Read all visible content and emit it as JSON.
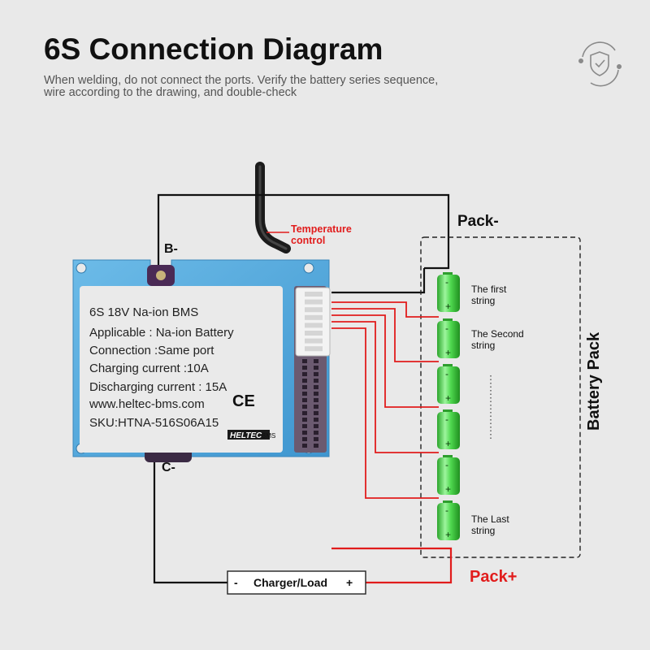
{
  "header": {
    "title": "6S Connection Diagram",
    "subtitle_line1": "When welding, do not connect the ports. Verify the battery series sequence,",
    "subtitle_line2": "wire according to the drawing, and double-check"
  },
  "board": {
    "label_lines": [
      "6S 18V Na-ion BMS",
      "Applicable : Na-ion Battery",
      "Connection :Same port",
      "Charging current :10A",
      "Discharging current : 15A",
      "www.heltec-bms.com",
      "SKU:HTNA-516S06A15"
    ],
    "ce_mark": "CE",
    "brand": "HELTEC",
    "brand_suffix": "BMS",
    "pad_b_label": "B-",
    "pad_c_label": "C-",
    "board_color": "#5aaee0",
    "label_color": "#eaeaea"
  },
  "temperature": {
    "label_line1": "Temperature",
    "label_line2": "control"
  },
  "pack": {
    "pack_minus": "Pack-",
    "pack_plus": "Pack+",
    "group_label": "Battery Pack",
    "string_labels": [
      {
        "line1": "The first",
        "line2": "string"
      },
      {
        "line1": "The Second",
        "line2": "string"
      },
      {
        "line1": "The Last",
        "line2": "string"
      }
    ],
    "cell_count": 6,
    "cell_minus": "-",
    "cell_plus": "+",
    "cell_color": "#3ec63e",
    "wire_color": "#e11c1c"
  },
  "charger": {
    "label": "Charger/Load",
    "minus": "-",
    "plus": "+"
  }
}
